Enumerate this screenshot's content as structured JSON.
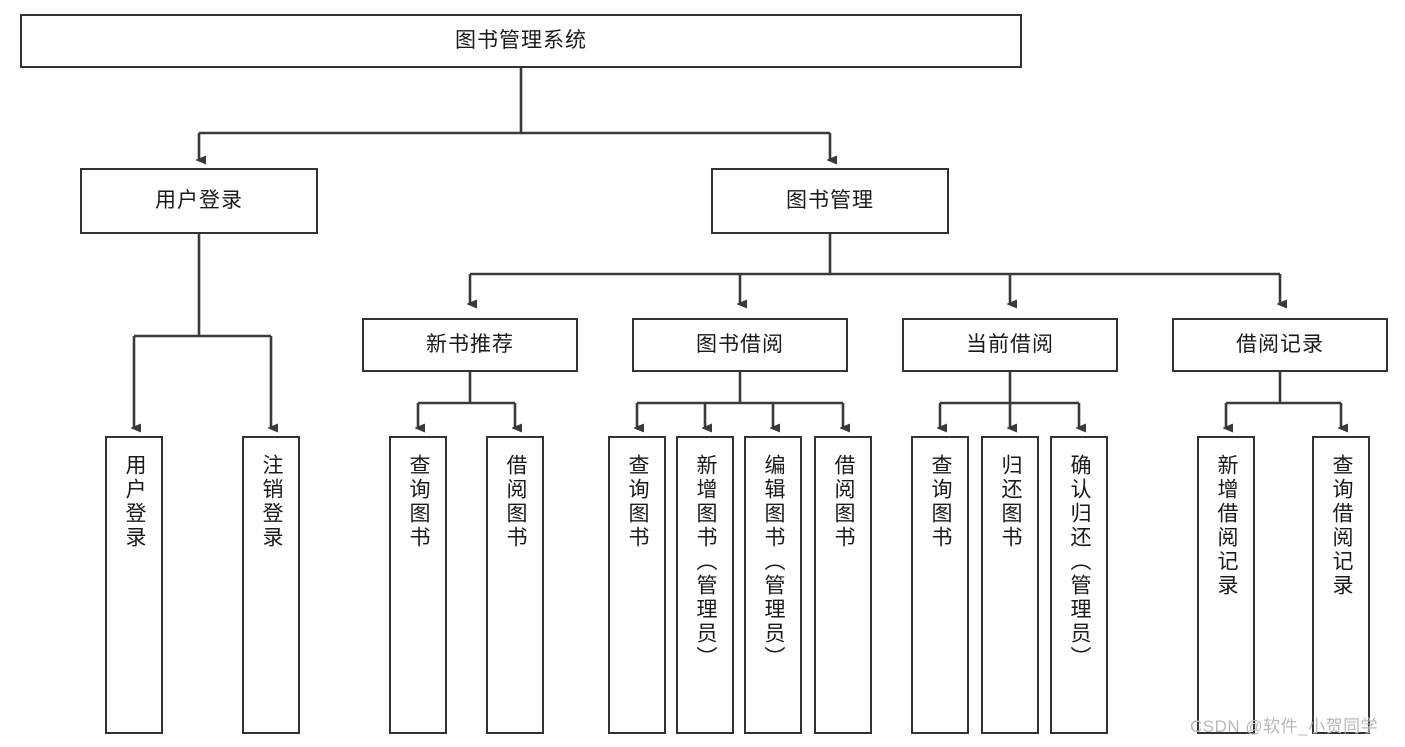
{
  "diagram": {
    "type": "tree",
    "title": "图书管理系统",
    "watermark": "CSDN @软件_小贺同学",
    "colors": {
      "box_border": "#333333",
      "box_fill": "#ffffff",
      "edge": "#3a3a3a",
      "text": "#1a1a1a",
      "watermark": "#b9b9b9",
      "background": "#ffffff"
    },
    "root": {
      "label": "图书管理系统"
    },
    "level2": [
      {
        "label": "用户登录"
      },
      {
        "label": "图书管理"
      }
    ],
    "level3": [
      {
        "label": "新书推荐"
      },
      {
        "label": "图书借阅"
      },
      {
        "label": "当前借阅"
      },
      {
        "label": "借阅记录"
      }
    ],
    "leaves": {
      "user_login": [
        {
          "label": "用户登录"
        },
        {
          "label": "注销登录"
        }
      ],
      "new_book_recommend": [
        {
          "label": "查询图书"
        },
        {
          "label": "借阅图书"
        }
      ],
      "book_borrow": [
        {
          "label": "查询图书"
        },
        {
          "label": "新增图书（管理员）"
        },
        {
          "label": "编辑图书（管理员）"
        },
        {
          "label": "借阅图书"
        }
      ],
      "current_borrow": [
        {
          "label": "查询图书"
        },
        {
          "label": "归还图书"
        },
        {
          "label": "确认归还（管理员）"
        }
      ],
      "borrow_record": [
        {
          "label": "新增借阅记录"
        },
        {
          "label": "查询借阅记录"
        }
      ]
    }
  }
}
